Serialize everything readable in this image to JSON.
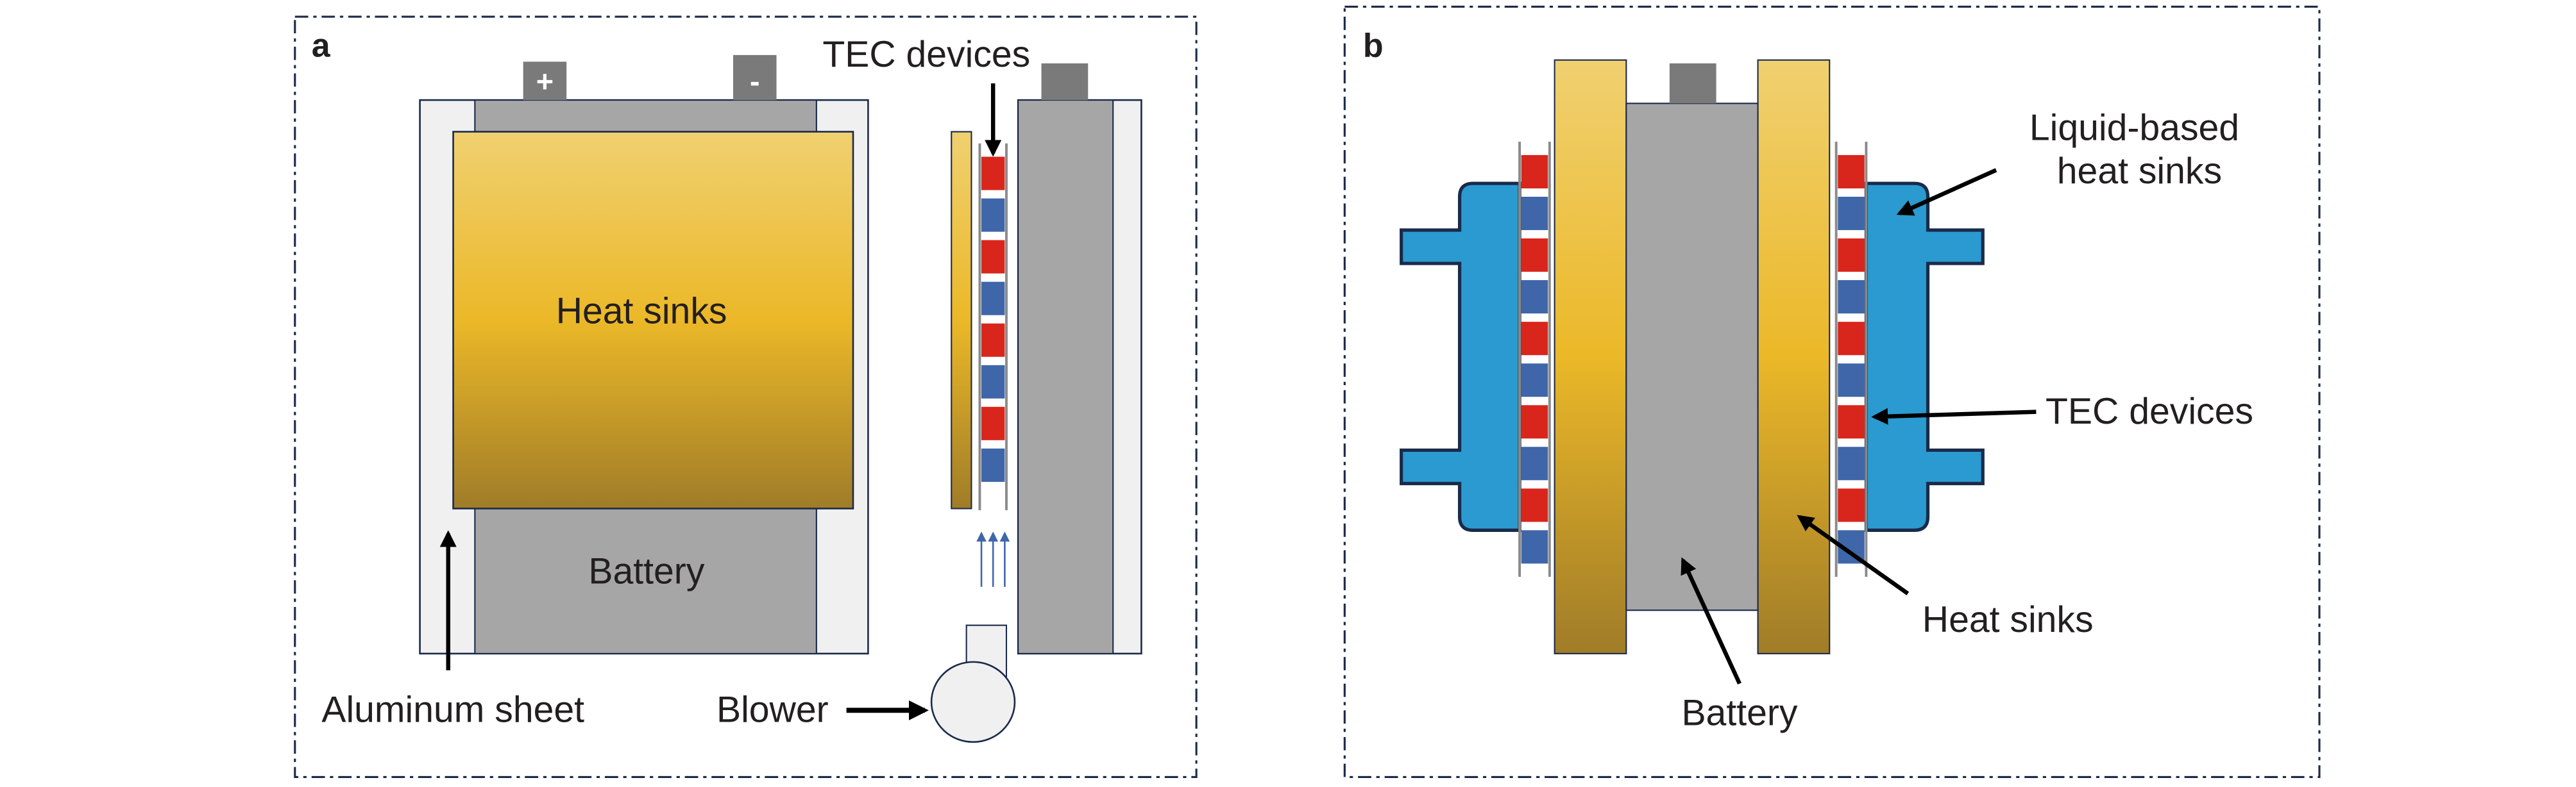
{
  "figure": {
    "panels": [
      {
        "id": "a",
        "letter": "a",
        "labels": {
          "heat_sinks": "Heat sinks",
          "battery": "Battery",
          "tec_devices": "TEC devices",
          "aluminum_sheet": "Aluminum sheet",
          "blower": "Blower",
          "terminal_positive": "+",
          "terminal_negative": "-"
        }
      },
      {
        "id": "b",
        "letter": "b",
        "labels": {
          "liquid_heat_sinks_line1": "Liquid-based",
          "liquid_heat_sinks_line2": "heat sinks",
          "tec_devices": "TEC devices",
          "heat_sinks": "Heat sinks",
          "battery": "Battery"
        }
      }
    ],
    "colors": {
      "heat_sink_top": "#f0d070",
      "heat_sink_mid": "#ebb828",
      "heat_sink_bottom": "#a07c28",
      "battery": "#a6a6a6",
      "terminal": "#7a7a7a",
      "aluminum": "#f0f0f0",
      "tec_hot": "#d9261c",
      "tec_cold": "#3f66a8",
      "liquid_sink": "#2a9ad0",
      "outline": "#1a2a4a",
      "airflow": "#3f66a8"
    }
  }
}
